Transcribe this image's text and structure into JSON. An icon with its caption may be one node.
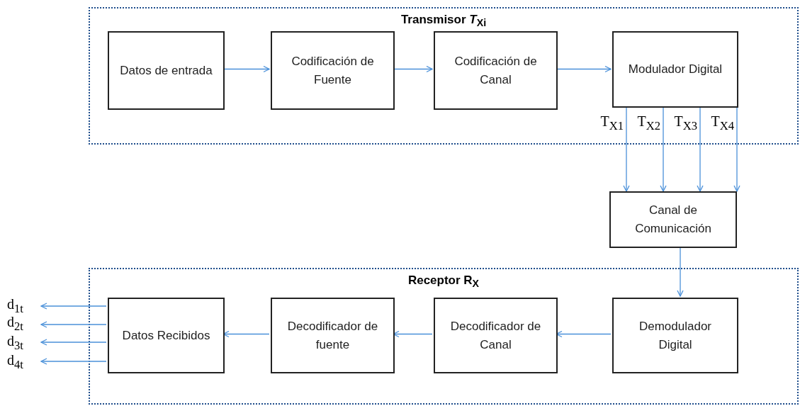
{
  "diagram": {
    "nodes": [
      {
        "text": [
          "Transmisor *T*$_{Xi}$"
        ]
      },
      {
        "text": [
          "Datos de entrada"
        ],
        "in": 0
      },
      {
        "text": [
          "Codificación de Fuente"
        ],
        "in": 0
      },
      {
        "text": [
          "Codificación de Canal"
        ],
        "in": 0
      },
      {
        "text": [
          "Modulador Digital"
        ],
        "in": 0
      },
      {
        "text": [
          "Canal de Comunicación"
        ]
      },
      {
        "text": [
          "Receptor R$_{X}$"
        ]
      },
      {
        "text": [
          "Demodulador Digital"
        ],
        "in": 6
      },
      {
        "text": [
          "Decodificador de Canal"
        ],
        "in": 6
      },
      {
        "text": [
          "Decodificador de fuente"
        ],
        "in": 6
      },
      {
        "text": [
          "Datos Recibidos"
        ],
        "in": 6
      },
      {
        "text": [
          "d$_{1t}$"
        ]
      },
      {
        "text": [
          "d$_{2t}$"
        ]
      },
      {
        "text": [
          "d$_{3t}$"
        ]
      },
      {
        "text": [
          "d$_{4t}$"
        ]
      }
    ],
    "edges": [
      {
        "from": 1,
        "to": 2,
        "arrow": "to"
      },
      {
        "from": 2,
        "to": 3,
        "arrow": "to"
      },
      {
        "from": 3,
        "to": 4,
        "arrow": "to"
      },
      {
        "from": 4,
        "to": 5,
        "arrow": "to",
        "label": "T$_{X1}$"
      },
      {
        "from": 4,
        "to": 5,
        "arrow": "to",
        "label": "T$_{X2}$"
      },
      {
        "from": 4,
        "to": 5,
        "arrow": "to",
        "label": "T$_{X3}$"
      },
      {
        "from": 4,
        "to": 5,
        "arrow": "to",
        "label": "T$_{X4}$"
      },
      {
        "from": 5,
        "to": 7,
        "arrow": "to"
      },
      {
        "from": 7,
        "to": 8,
        "arrow": "to"
      },
      {
        "from": 8,
        "to": 9,
        "arrow": "to"
      },
      {
        "from": 9,
        "to": 10,
        "arrow": "to"
      },
      {
        "from": 10,
        "to": 11,
        "arrow": "to"
      },
      {
        "from": 10,
        "to": 12,
        "arrow": "to"
      },
      {
        "from": 10,
        "to": 13,
        "arrow": "to"
      },
      {
        "from": 10,
        "to": 14,
        "arrow": "to"
      }
    ]
  }
}
